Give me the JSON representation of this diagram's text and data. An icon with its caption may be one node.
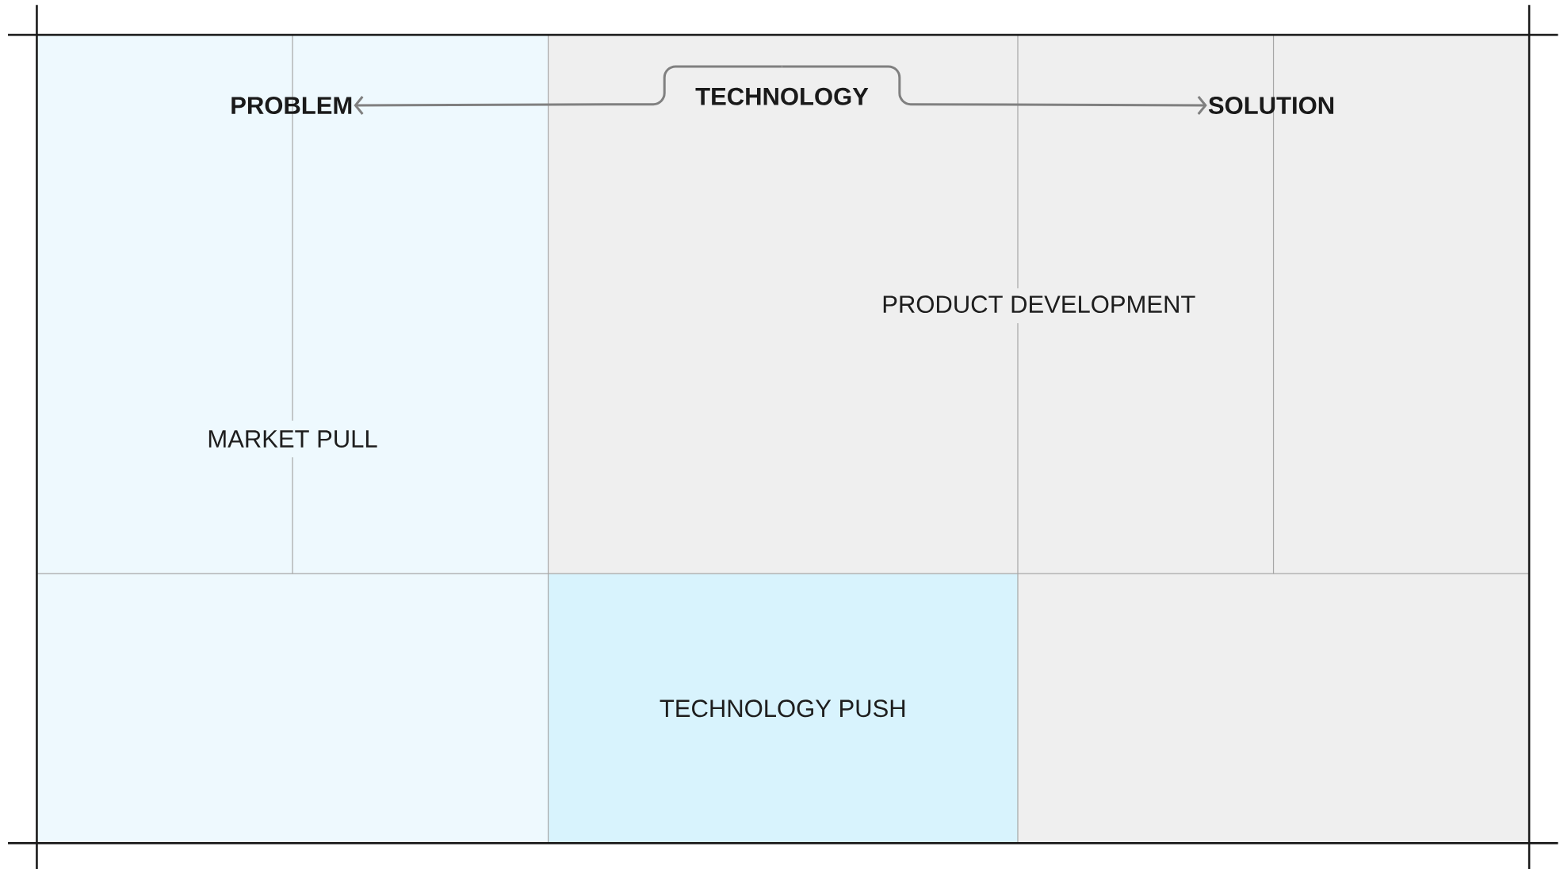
{
  "diagram": {
    "nodes": [
      {
        "text": [
          "MARKET PULL"
        ]
      },
      {
        "text": [
          "PROBLEM"
        ],
        "in": 0
      },
      {
        "text": [
          "PRODUCT DEVELOPMENT"
        ]
      },
      {
        "text": [
          "TECHNOLOGY"
        ],
        "in": 2
      },
      {
        "text": [
          "SOLUTION"
        ],
        "in": 2
      },
      {
        "text": [
          "TECHNOLOGY PUSH"
        ]
      }
    ],
    "edges": [
      {
        "from": 3,
        "to": 1,
        "arrow": "to"
      },
      {
        "from": 3,
        "to": 4,
        "arrow": "to"
      }
    ]
  }
}
